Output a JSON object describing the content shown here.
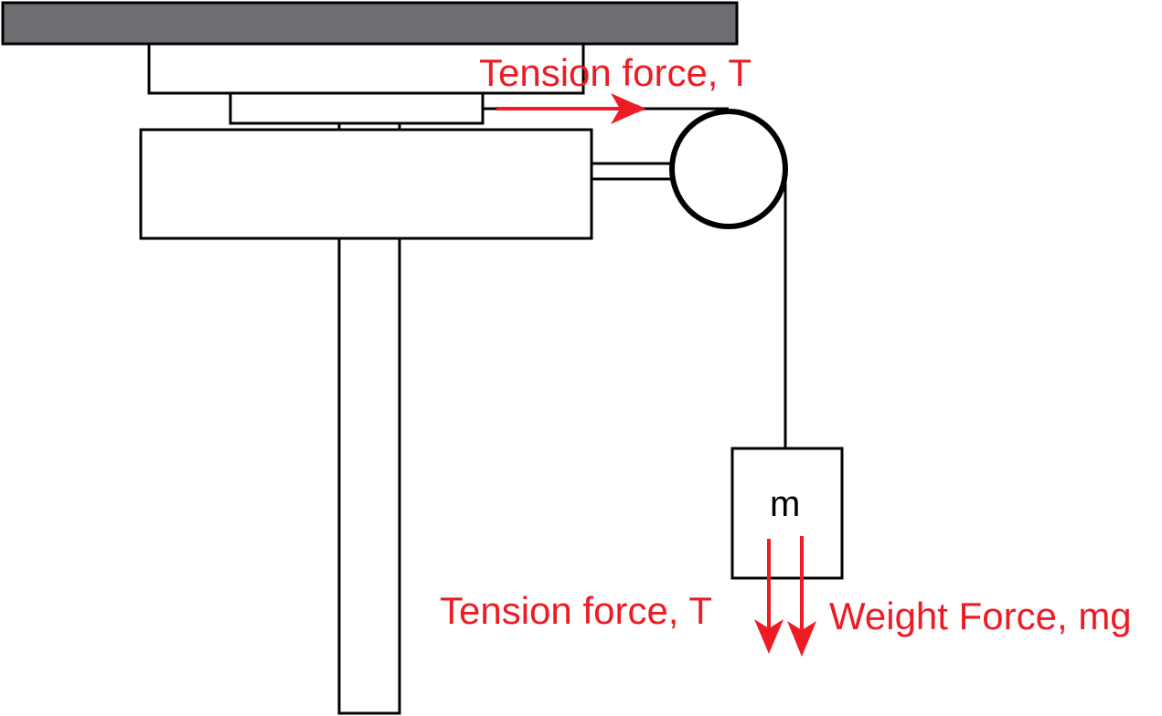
{
  "labels": {
    "tension_top": "Tension force, T",
    "tension_bottom": "Tension force, T",
    "weight": "Weight Force, mg",
    "mass": "m"
  },
  "colors": {
    "force": "#ed1c24",
    "ceiling": "#6d6e71",
    "line": "#000000"
  }
}
